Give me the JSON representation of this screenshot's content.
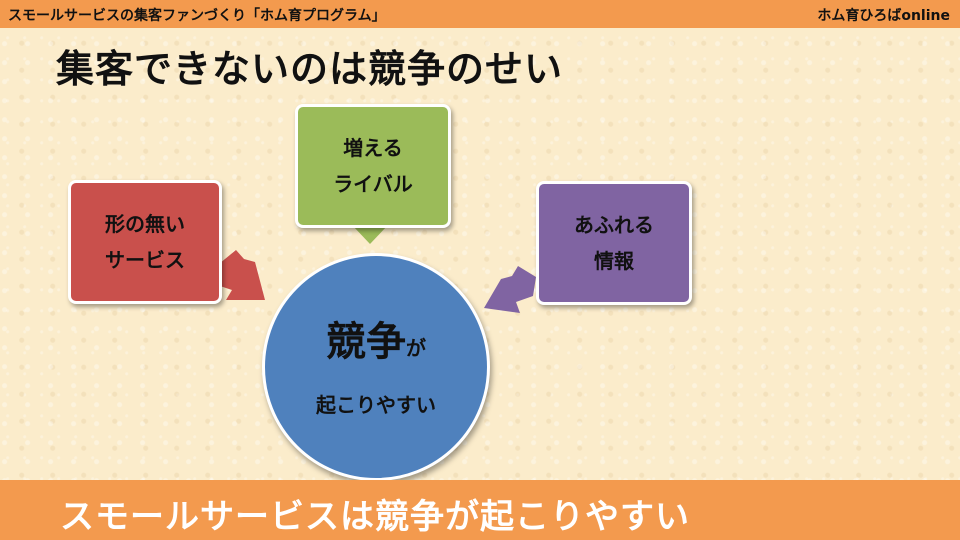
{
  "header": {
    "left_title": "スモールサービスの集客ファンづくり「ホム育プログラム」",
    "right_title": "ホム育ひろばonline"
  },
  "slide": {
    "headline": "集客できないのは競争のせい",
    "boxes": {
      "red": {
        "line1": "形の無い",
        "line2": "サービス",
        "color": "#c9504c"
      },
      "green": {
        "line1": "増える",
        "line2": "ライバル",
        "color": "#9bbb59"
      },
      "purple": {
        "line1": "あふれる",
        "line2": "情報",
        "color": "#8064a2"
      }
    },
    "center": {
      "big": "競争",
      "small": "が",
      "sub": "起こりやすい",
      "color": "#4f81bd"
    }
  },
  "footer": {
    "text": "スモールサービスは競争が起こりやすい"
  },
  "colors": {
    "accent": "#f39a4e"
  }
}
